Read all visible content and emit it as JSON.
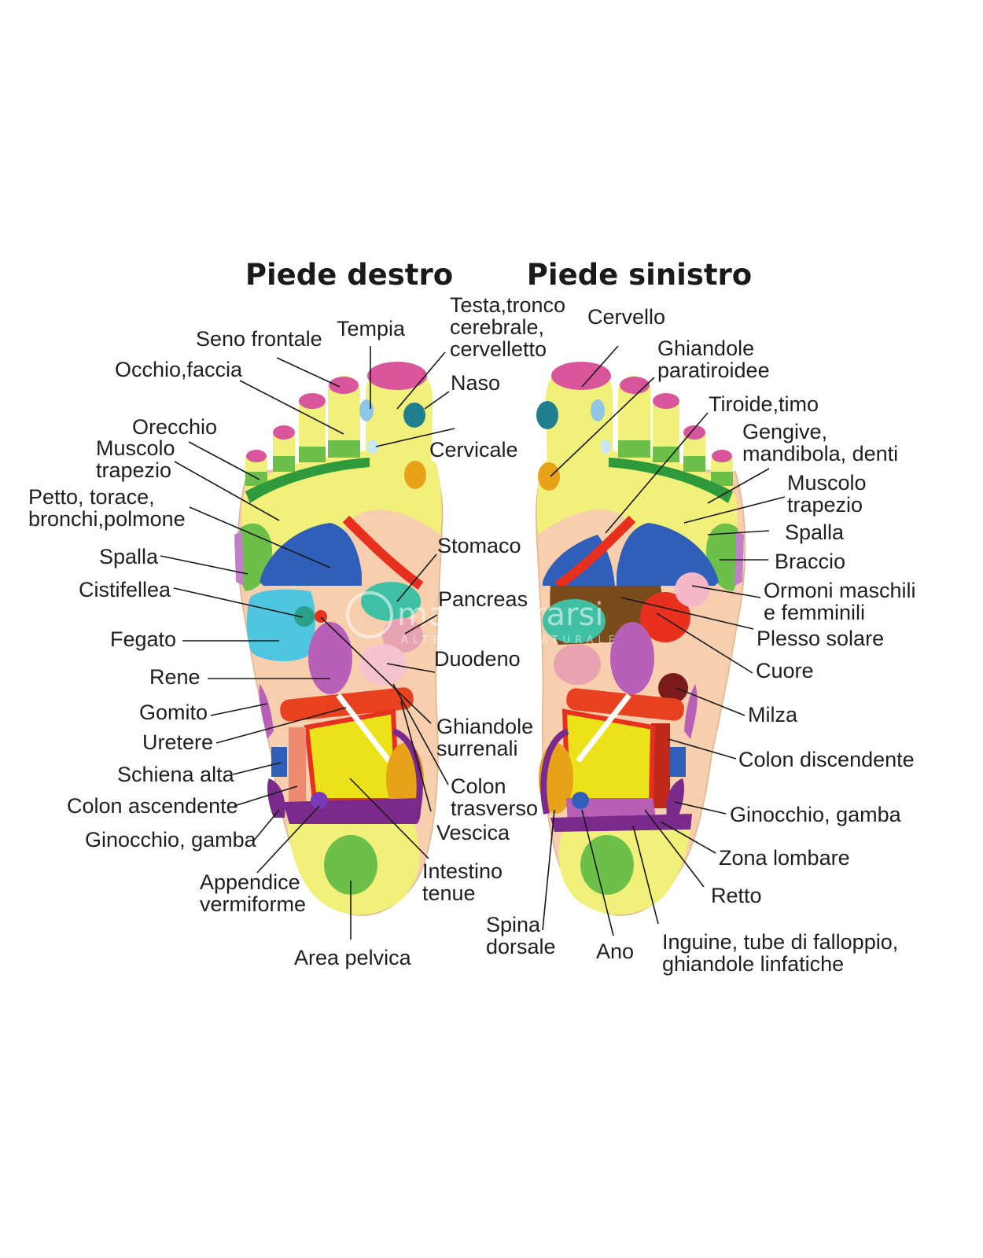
{
  "titles": {
    "right_foot": "Piede destro",
    "left_foot": "Piede sinistro"
  },
  "watermark": {
    "brand": "macrolibrarsi",
    "tagline": "ALTERNATIVA NATURALE"
  },
  "labels_right_foot": [
    {
      "id": "seno-frontale",
      "lines": [
        "Seno frontale"
      ]
    },
    {
      "id": "tempia",
      "lines": [
        "Tempia"
      ]
    },
    {
      "id": "testa",
      "lines": [
        "Testa,tronco",
        "cerebrale,",
        "cervelletto"
      ]
    },
    {
      "id": "occhio",
      "lines": [
        "Occhio,faccia"
      ]
    },
    {
      "id": "naso",
      "lines": [
        "Naso"
      ]
    },
    {
      "id": "orecchio",
      "lines": [
        "Orecchio"
      ]
    },
    {
      "id": "cervicale",
      "lines": [
        "Cervicale"
      ]
    },
    {
      "id": "muscolo-trapezio-r",
      "lines": [
        "Muscolo",
        "trapezio"
      ]
    },
    {
      "id": "petto",
      "lines": [
        "Petto, torace,",
        "bronchi,polmone"
      ]
    },
    {
      "id": "stomaco",
      "lines": [
        "Stomaco"
      ]
    },
    {
      "id": "spalla-r",
      "lines": [
        "Spalla"
      ]
    },
    {
      "id": "cistifellea",
      "lines": [
        "Cistifellea"
      ]
    },
    {
      "id": "pancreas",
      "lines": [
        "Pancreas"
      ]
    },
    {
      "id": "fegato",
      "lines": [
        "Fegato"
      ]
    },
    {
      "id": "duodeno",
      "lines": [
        "Duodeno"
      ]
    },
    {
      "id": "rene",
      "lines": [
        "Rene"
      ]
    },
    {
      "id": "gomito",
      "lines": [
        "Gomito"
      ]
    },
    {
      "id": "ghiandole-surrenali",
      "lines": [
        "Ghiandole",
        "surrenali"
      ]
    },
    {
      "id": "uretere",
      "lines": [
        "Uretere"
      ]
    },
    {
      "id": "schiena-alta",
      "lines": [
        "Schiena alta"
      ]
    },
    {
      "id": "colon-trasverso",
      "lines": [
        "Colon",
        "trasverso"
      ]
    },
    {
      "id": "colon-ascendente",
      "lines": [
        "Colon ascendente"
      ]
    },
    {
      "id": "vescica",
      "lines": [
        "Vescica"
      ]
    },
    {
      "id": "ginocchio-r",
      "lines": [
        "Ginocchio, gamba"
      ]
    },
    {
      "id": "appendice",
      "lines": [
        "Appendice",
        "vermiforme"
      ]
    },
    {
      "id": "intestino",
      "lines": [
        "Intestino",
        "tenue"
      ]
    },
    {
      "id": "area-pelvica",
      "lines": [
        "Area pelvica"
      ]
    }
  ],
  "labels_left_foot": [
    {
      "id": "cervello",
      "lines": [
        "Cervello"
      ]
    },
    {
      "id": "paratiroidee",
      "lines": [
        "Ghiandole",
        "paratiroidee"
      ]
    },
    {
      "id": "tiroide",
      "lines": [
        "Tiroide,timo"
      ]
    },
    {
      "id": "gengive",
      "lines": [
        "Gengive,",
        "mandibola, denti"
      ]
    },
    {
      "id": "muscolo-trapezio-l",
      "lines": [
        "Muscolo",
        "trapezio"
      ]
    },
    {
      "id": "spalla-l",
      "lines": [
        "Spalla"
      ]
    },
    {
      "id": "braccio",
      "lines": [
        "Braccio"
      ]
    },
    {
      "id": "ormoni",
      "lines": [
        "Ormoni maschili",
        "e femminili"
      ]
    },
    {
      "id": "plesso",
      "lines": [
        "Plesso solare"
      ]
    },
    {
      "id": "cuore",
      "lines": [
        "Cuore"
      ]
    },
    {
      "id": "milza",
      "lines": [
        "Milza"
      ]
    },
    {
      "id": "colon-discendente",
      "lines": [
        "Colon discendente"
      ]
    },
    {
      "id": "ginocchio-l",
      "lines": [
        "Ginocchio, gamba"
      ]
    },
    {
      "id": "zona-lombare",
      "lines": [
        "Zona lombare"
      ]
    },
    {
      "id": "retto",
      "lines": [
        "Retto"
      ]
    },
    {
      "id": "spina",
      "lines": [
        "Spina",
        "dorsale"
      ]
    },
    {
      "id": "ano",
      "lines": [
        "Ano"
      ]
    },
    {
      "id": "inguine",
      "lines": [
        "Inguine, tube di falloppio,",
        "ghiandole linfatiche"
      ]
    }
  ],
  "colors": {
    "skin": "#f7cfae",
    "toe_yellow": "#f0f07a",
    "toe_tip": "#d9559c",
    "green": "#6cc04a",
    "dark_green": "#2e9a3c",
    "blue": "#2f5fb8",
    "red": "#e8301f",
    "orange": "#e8a21a",
    "teal": "#3fbfa4",
    "cyan": "#4fc6e0",
    "pink": "#f5b6c7",
    "violet": "#b85fb8",
    "purple": "#7a2a8a",
    "brown": "#7a4b1a",
    "yellow": "#ebe219"
  }
}
